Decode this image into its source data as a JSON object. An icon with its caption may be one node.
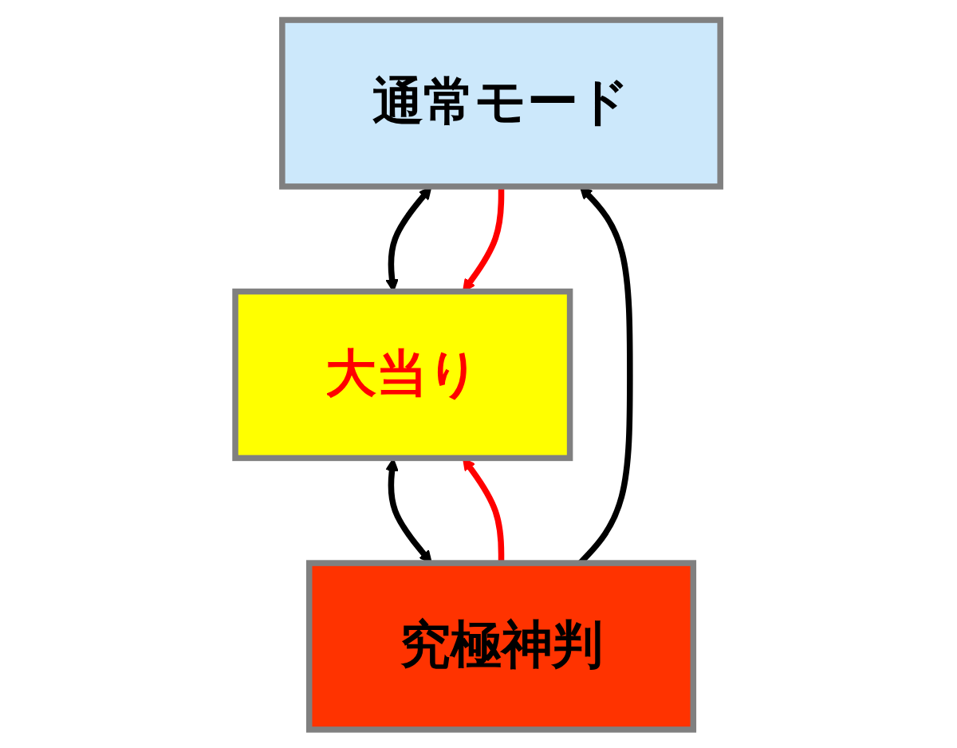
{
  "diagram": {
    "nodes": [
      {
        "text": [
          "通常モード"
        ]
      },
      {
        "text": [
          "大当り"
        ]
      },
      {
        "text": [
          "究極神判"
        ]
      }
    ],
    "edges": [
      {
        "from": 2,
        "to": 0,
        "arrow": "to"
      },
      {
        "from": 0,
        "to": 1,
        "arrow": "both"
      },
      {
        "from": 0,
        "to": 1,
        "arrow": "to",
        "color": "#ff0000"
      },
      {
        "from": 1,
        "to": 2,
        "arrow": "both"
      },
      {
        "from": 2,
        "to": 1,
        "arrow": "to",
        "color": "#ff0000"
      }
    ]
  }
}
